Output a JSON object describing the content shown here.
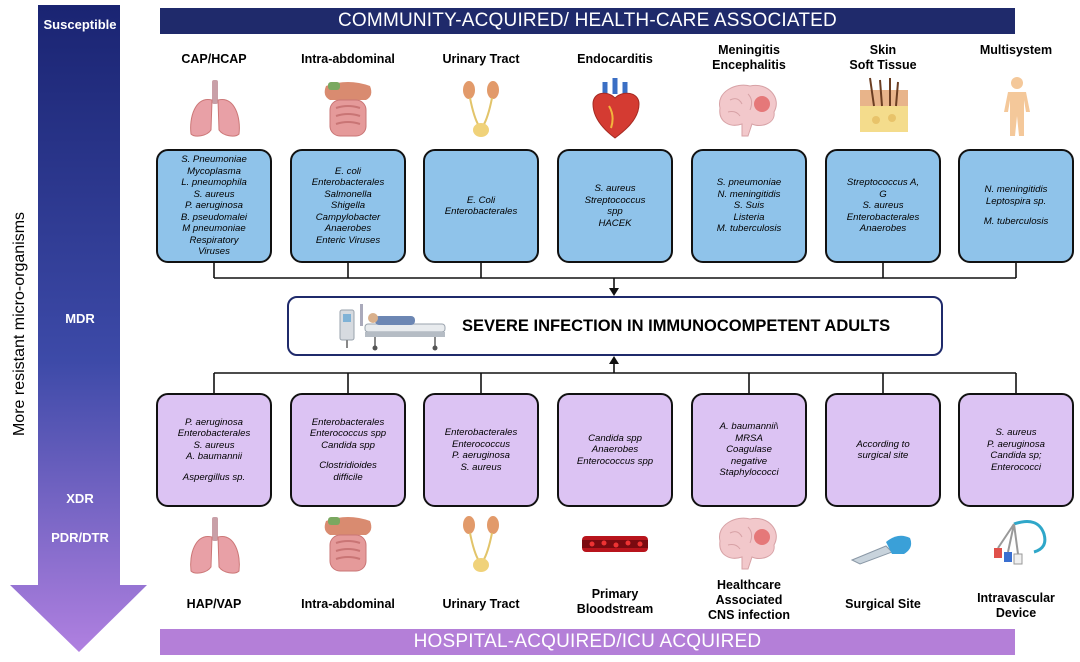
{
  "axis": {
    "label": "More resistant micro-organisms",
    "levels": [
      "Susceptible",
      "MDR",
      "XDR",
      "PDR/DTR"
    ]
  },
  "banners": {
    "top": "COMMUNITY-ACQUIRED/ HEALTH-CARE ASSOCIATED",
    "bottom": "HOSPITAL-ACQUIRED/ICU ACQUIRED"
  },
  "center": {
    "title": "SEVERE INFECTION IN IMMUNOCOMPETENT ADULTS"
  },
  "community": [
    {
      "title": [
        "CAP/HCAP"
      ],
      "icon": "lungs-icon",
      "organisms": [
        "S. Pneumoniae",
        "Mycoplasma",
        "L. pneumophila",
        "S. aureus",
        "P. aeruginosa",
        "B. pseudomalei",
        "M pneumoniae",
        "Respiratory",
        "Viruses"
      ]
    },
    {
      "title": [
        "Intra-abdominal"
      ],
      "icon": "intestines-icon",
      "organisms": [
        "E. coli",
        "Enterobacterales",
        "Salmonella",
        "Shigella",
        "Campylobacter",
        "Anaerobes",
        "Enteric Viruses"
      ]
    },
    {
      "title": [
        "Urinary Tract"
      ],
      "icon": "urinary-tract-icon",
      "organisms": [
        "E. Coli",
        "Enterobacterales"
      ]
    },
    {
      "title": [
        "Endocarditis"
      ],
      "icon": "heart-icon",
      "organisms": [
        "S. aureus",
        "Streptococcus",
        "spp",
        "HACEK"
      ]
    },
    {
      "title": [
        "Meningitis",
        "Encephalitis"
      ],
      "icon": "brain-icon",
      "organisms": [
        "S. pneumoniae",
        "N. meningitidis",
        "S. Suis",
        "Listeria",
        "M. tuberculosis"
      ]
    },
    {
      "title": [
        "Skin",
        "Soft Tissue"
      ],
      "icon": "skin-icon",
      "organisms": [
        "Streptococcus A,",
        "G",
        "S. aureus",
        "Enterobacterales",
        "Anaerobes"
      ]
    },
    {
      "title": [
        "Multisystem"
      ],
      "icon": "human-body-icon",
      "organisms": [
        "N. meningitidis",
        "Leptospira sp.",
        "",
        "M. tuberculosis"
      ]
    }
  ],
  "hospital": [
    {
      "title": [
        "HAP/VAP"
      ],
      "icon": "lungs-icon",
      "organisms": [
        "P. aeruginosa",
        "Enterobacterales",
        "S. aureus",
        "A. baumannii",
        "",
        "Aspergillus sp."
      ]
    },
    {
      "title": [
        "Intra-abdominal"
      ],
      "icon": "intestines-icon",
      "organisms": [
        "Enterobacterales",
        "Enterococcus spp",
        "Candida spp",
        "",
        "Clostridioides",
        "difficile"
      ]
    },
    {
      "title": [
        "Urinary Tract"
      ],
      "icon": "urinary-tract-icon",
      "organisms": [
        "Enterobacterales",
        "Enterococcus",
        "P. aeruginosa",
        "S. aureus"
      ]
    },
    {
      "title": [
        "Primary",
        "Bloodstream"
      ],
      "icon": "blood-vessel-icon",
      "organisms": [
        "Candida spp",
        "Anaerobes",
        "Enterococcus spp"
      ]
    },
    {
      "title": [
        "Healthcare",
        "Associated",
        "CNS infection"
      ],
      "icon": "brain-icon",
      "organisms": [
        "A. baumannii\\",
        "MRSA",
        "Coagulase",
        "negative",
        "Staphylococci"
      ]
    },
    {
      "title": [
        "Surgical Site"
      ],
      "icon": "scalpel-icon",
      "organisms": [
        "According to",
        "surgical site"
      ]
    },
    {
      "title": [
        "Intravascular",
        "Device"
      ],
      "icon": "catheter-icon",
      "organisms": [
        "S. aureus",
        "P. aeruginosa",
        "Candida sp;",
        "Enterococci"
      ]
    }
  ],
  "colors": {
    "navy": "#1f2a6b",
    "arrow_top": "#1a2472",
    "arrow_bottom": "#b080e0",
    "community_box": "#8fc3ea",
    "hospital_box": "#dcc3f3",
    "hospital_banner": "#b47fd8"
  }
}
